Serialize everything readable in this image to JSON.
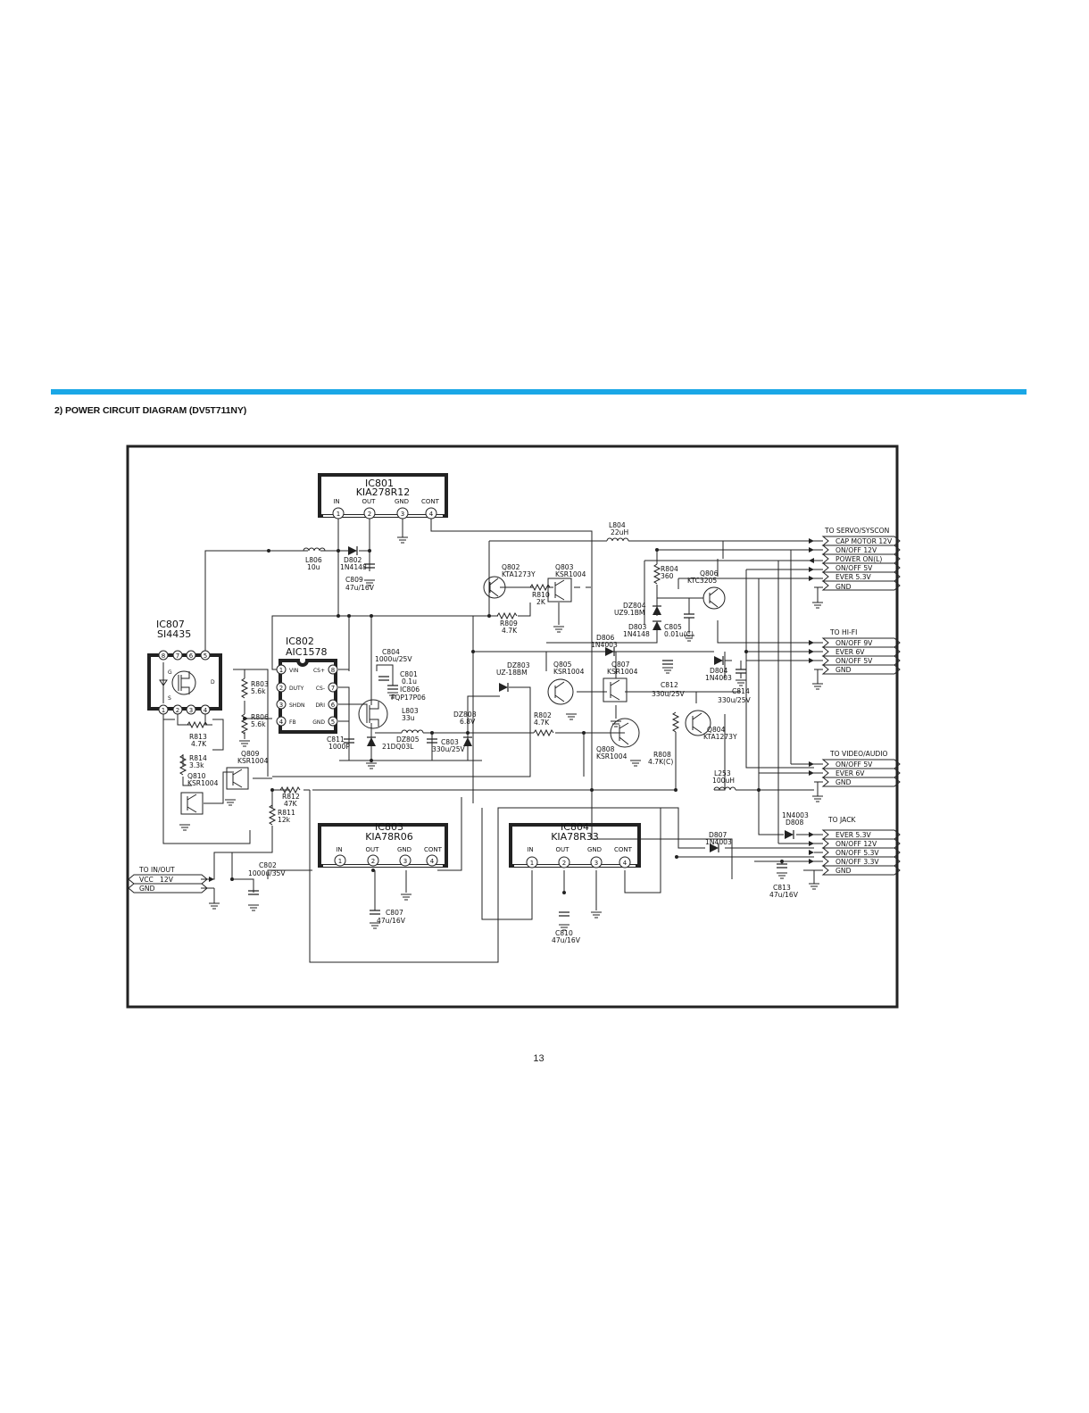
{
  "header": {
    "section_title": "2) POWER CIRCUIT DIAGRAM (DV5T711NY)"
  },
  "page": {
    "number": "13"
  },
  "ics": {
    "ic801": {
      "name": "IC801",
      "part": "KIA278R12",
      "pins": [
        "IN",
        "OUT",
        "GND",
        "CONT"
      ],
      "nums": [
        "1",
        "2",
        "3",
        "4"
      ]
    },
    "ic803": {
      "name": "IC803",
      "part": "KIA78R06",
      "pins": [
        "IN",
        "OUT",
        "GND",
        "CONT"
      ],
      "nums": [
        "1",
        "2",
        "3",
        "4"
      ]
    },
    "ic804": {
      "name": "IC804",
      "part": "KIA78R33",
      "pins": [
        "IN",
        "OUT",
        "GND",
        "CONT"
      ],
      "nums": [
        "1",
        "2",
        "3",
        "4"
      ]
    },
    "ic802": {
      "name": "IC802",
      "part": "AIC1578",
      "left_pins": [
        "VIN",
        "DUTY",
        "SHDN",
        "FB"
      ],
      "right_pins": [
        "CS+",
        "CS-",
        "DRI",
        "GND"
      ],
      "left_nums": [
        "1",
        "2",
        "3",
        "4"
      ],
      "right_nums": [
        "8",
        "7",
        "6",
        "5"
      ]
    },
    "ic807": {
      "name": "IC807",
      "part": "SI4435",
      "top_nums": [
        "8",
        "7",
        "6",
        "5"
      ],
      "bottom_nums": [
        "1",
        "2",
        "3",
        "4"
      ],
      "g": "G",
      "s": "S",
      "d": "D"
    }
  },
  "components": {
    "l806": [
      "L806",
      "10u"
    ],
    "d802": [
      "D802",
      "1N4148"
    ],
    "c809": [
      "C809",
      "47u/16V"
    ],
    "l804": [
      "L804",
      "22uH"
    ],
    "q802": [
      "Q802",
      "KTA1273Y"
    ],
    "q803": [
      "Q803",
      "KSR1004"
    ],
    "r810": [
      "R810",
      "2K"
    ],
    "r809": [
      "R809",
      "4.7K"
    ],
    "r804": [
      "R804",
      "360"
    ],
    "q806": [
      "Q806",
      "KTC3205"
    ],
    "dz804": [
      "DZ804",
      "UZ9.1BM"
    ],
    "d803": [
      "D803",
      "1N4148"
    ],
    "c805": [
      "C805",
      "0.01u(C)"
    ],
    "d806": [
      "D806",
      "1N4003"
    ],
    "c812": [
      "C812",
      "330u/25V"
    ],
    "d804": [
      "D804",
      "1N4003"
    ],
    "c814": [
      "C814",
      "330u/25V"
    ],
    "c804": [
      "C804",
      "1000u/25V"
    ],
    "c801": [
      "C801",
      "0.1u"
    ],
    "ic806": [
      "IC806",
      "FQP17P06"
    ],
    "l803": [
      "L803",
      "33u"
    ],
    "dz805": [
      "DZ805",
      "21DQ03L"
    ],
    "c811": [
      "C811",
      "1000P"
    ],
    "c803": [
      "C803",
      "330u/25V"
    ],
    "dz808": [
      "DZ808",
      "6.8V"
    ],
    "dz803": [
      "DZ803",
      "UZ-18BM"
    ],
    "q805": [
      "Q805",
      "KSR1004"
    ],
    "q807": [
      "Q807",
      "KSR1004"
    ],
    "r802": [
      "R802",
      "4.7K"
    ],
    "q808": [
      "Q808",
      "KSR1004"
    ],
    "r808": [
      "R808",
      "4.7K(C)"
    ],
    "q804": [
      "Q804",
      "KTA1273Y"
    ],
    "r803": [
      "R803",
      "5.6k"
    ],
    "r806": [
      "R806",
      "5.6k"
    ],
    "r813": [
      "R813",
      "4.7K"
    ],
    "r814": [
      "R814",
      "3.3k"
    ],
    "q810": [
      "Q810",
      "KSR1004"
    ],
    "q809": [
      "Q809",
      "KSR1004"
    ],
    "r812": [
      "R812",
      "47K"
    ],
    "r811": [
      "R811",
      "12k"
    ],
    "l253": [
      "L253",
      "100uH"
    ],
    "d808": [
      "1N4003",
      "D808"
    ],
    "d807": [
      "D807",
      "1N4003"
    ],
    "c813": [
      "C813",
      "47u/16V"
    ],
    "c802": [
      "C802",
      "1000u/35V"
    ],
    "c807": [
      "C807",
      "47u/16V"
    ],
    "c810": [
      "C810",
      "47u/16V"
    ]
  },
  "connectors": {
    "servo": {
      "title": "TO SERVO/SYSCON",
      "lines": [
        "CAP MOTOR 12V",
        "ON/OFF 12V",
        "POWER ON(L)",
        "ON/OFF 5V",
        "EVER 5.3V",
        "GND"
      ]
    },
    "hifi": {
      "title": "TO HI-FI",
      "lines": [
        "ON/OFF 9V",
        "EVER 6V",
        "ON/OFF 5V",
        "GND"
      ]
    },
    "video": {
      "title": "TO VIDEO/AUDIO",
      "lines": [
        "ON/OFF 5V",
        "EVER 6V",
        "GND"
      ]
    },
    "jack": {
      "title": "TO JACK",
      "lines": [
        "EVER 5.3V",
        "ON/OFF 12V",
        "ON/OFF 5.3V",
        "ON/OFF 3.3V",
        "GND"
      ]
    },
    "in_out": {
      "title": "TO IN/OUT",
      "lines": [
        "VCC   12V",
        "GND"
      ]
    }
  }
}
